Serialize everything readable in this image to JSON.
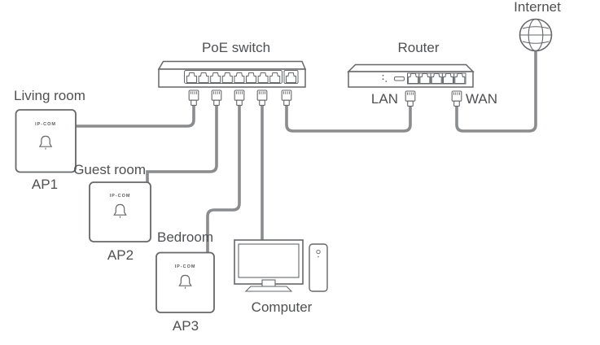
{
  "diagram": {
    "title_area": {
      "internet_label": "Internet"
    },
    "poe_switch": {
      "label": "PoE switch"
    },
    "router": {
      "label": "Router",
      "lan_label": "LAN",
      "wan_label": "WAN"
    },
    "aps": [
      {
        "room": "Living room",
        "name": "AP1",
        "brand": "IP-COM"
      },
      {
        "room": "Guest room",
        "name": "AP2",
        "brand": "IP-COM"
      },
      {
        "room": "Bedroom",
        "name": "AP3",
        "brand": "IP-COM"
      }
    ],
    "computer": {
      "label": "Computer"
    },
    "colors": {
      "text": "#4f5052",
      "device_outline": "#66676a",
      "cable": "#8b8c8e",
      "background": "#ffffff"
    }
  }
}
